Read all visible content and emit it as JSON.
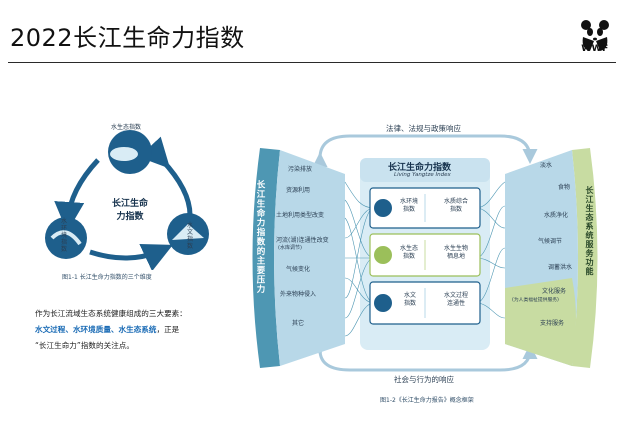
{
  "slide": {
    "title": "2022长江生命力指数",
    "logo_text": "WWF"
  },
  "fig1": {
    "center_title_line1": "长江生命",
    "center_title_line2": "力指数",
    "node_top": "水生态指数",
    "node_left_line1": "水",
    "node_left_line2": "环",
    "node_left_line3": "境",
    "node_left_line4": "指",
    "node_left_line5": "数",
    "node_right_line1": "水",
    "node_right_line2": "文",
    "node_right_line3": "指",
    "node_right_line4": "数",
    "caption": "图1-1 长江生命力指数的三个维度"
  },
  "body": {
    "line1": "作为长江流域生态系统健康组成的三大要素：",
    "line2_highlight": "水文过程、水环境质量、水生态系统",
    "line2_tail": "，正是",
    "line3": "“长江生命力”指数的关注点。"
  },
  "fig2": {
    "top_label": "法律、法规与政策响应",
    "bottom_label": "社会与行为的响应",
    "left_band_title": "长江生命力指数的主要压力",
    "right_band_title": "长江生态系统服务功能",
    "center_title": "长江生命力指数",
    "center_subtitle": "Living Yangtze Index",
    "pressures": [
      "污染排放",
      "资源利用",
      "土地利用类型改变",
      "河流(湖)连通性改变",
      "(水库调节)",
      "气候变化",
      "外来物种侵入",
      "其它"
    ],
    "services": [
      "淡水",
      "食物",
      "水质净化",
      "气候调节",
      "调蓄洪水",
      "文化服务",
      "(为人类福祉提供服务)",
      "支持服务"
    ],
    "boxes": [
      {
        "a": "水环境",
        "b": "指数",
        "c": "水质综合",
        "d": "指数"
      },
      {
        "a": "水生态",
        "b": "指数",
        "c": "水生生物",
        "d": "栖息地"
      },
      {
        "a": "水文",
        "b": "指数",
        "c": "水文过程",
        "d": "连通性"
      }
    ],
    "caption": "图1-2《长江生命力报告》概念框架"
  },
  "colors": {
    "dark_blue": "#1e5f8c",
    "teal": "#4e97b3",
    "light_blue": "#b8d8e8",
    "green": "#c8dca2",
    "text_dark": "#16324d"
  }
}
